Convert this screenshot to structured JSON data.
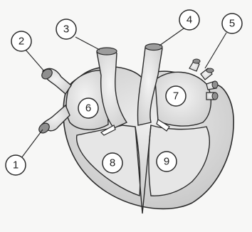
{
  "diagram": {
    "labels": [
      {
        "id": "1",
        "text": "1"
      },
      {
        "id": "2",
        "text": "2"
      },
      {
        "id": "3",
        "text": "3"
      },
      {
        "id": "4",
        "text": "4"
      },
      {
        "id": "5",
        "text": "5"
      },
      {
        "id": "6",
        "text": "6"
      },
      {
        "id": "7",
        "text": "7"
      },
      {
        "id": "8",
        "text": "8"
      },
      {
        "id": "9",
        "text": "9"
      }
    ]
  },
  "colors": {
    "fill_light": "#eaeaea",
    "fill_mid": "#d8d8d8",
    "fill_dark": "#bdbdbd",
    "stroke": "#2b2b2b",
    "background": "#f7f7f6"
  }
}
